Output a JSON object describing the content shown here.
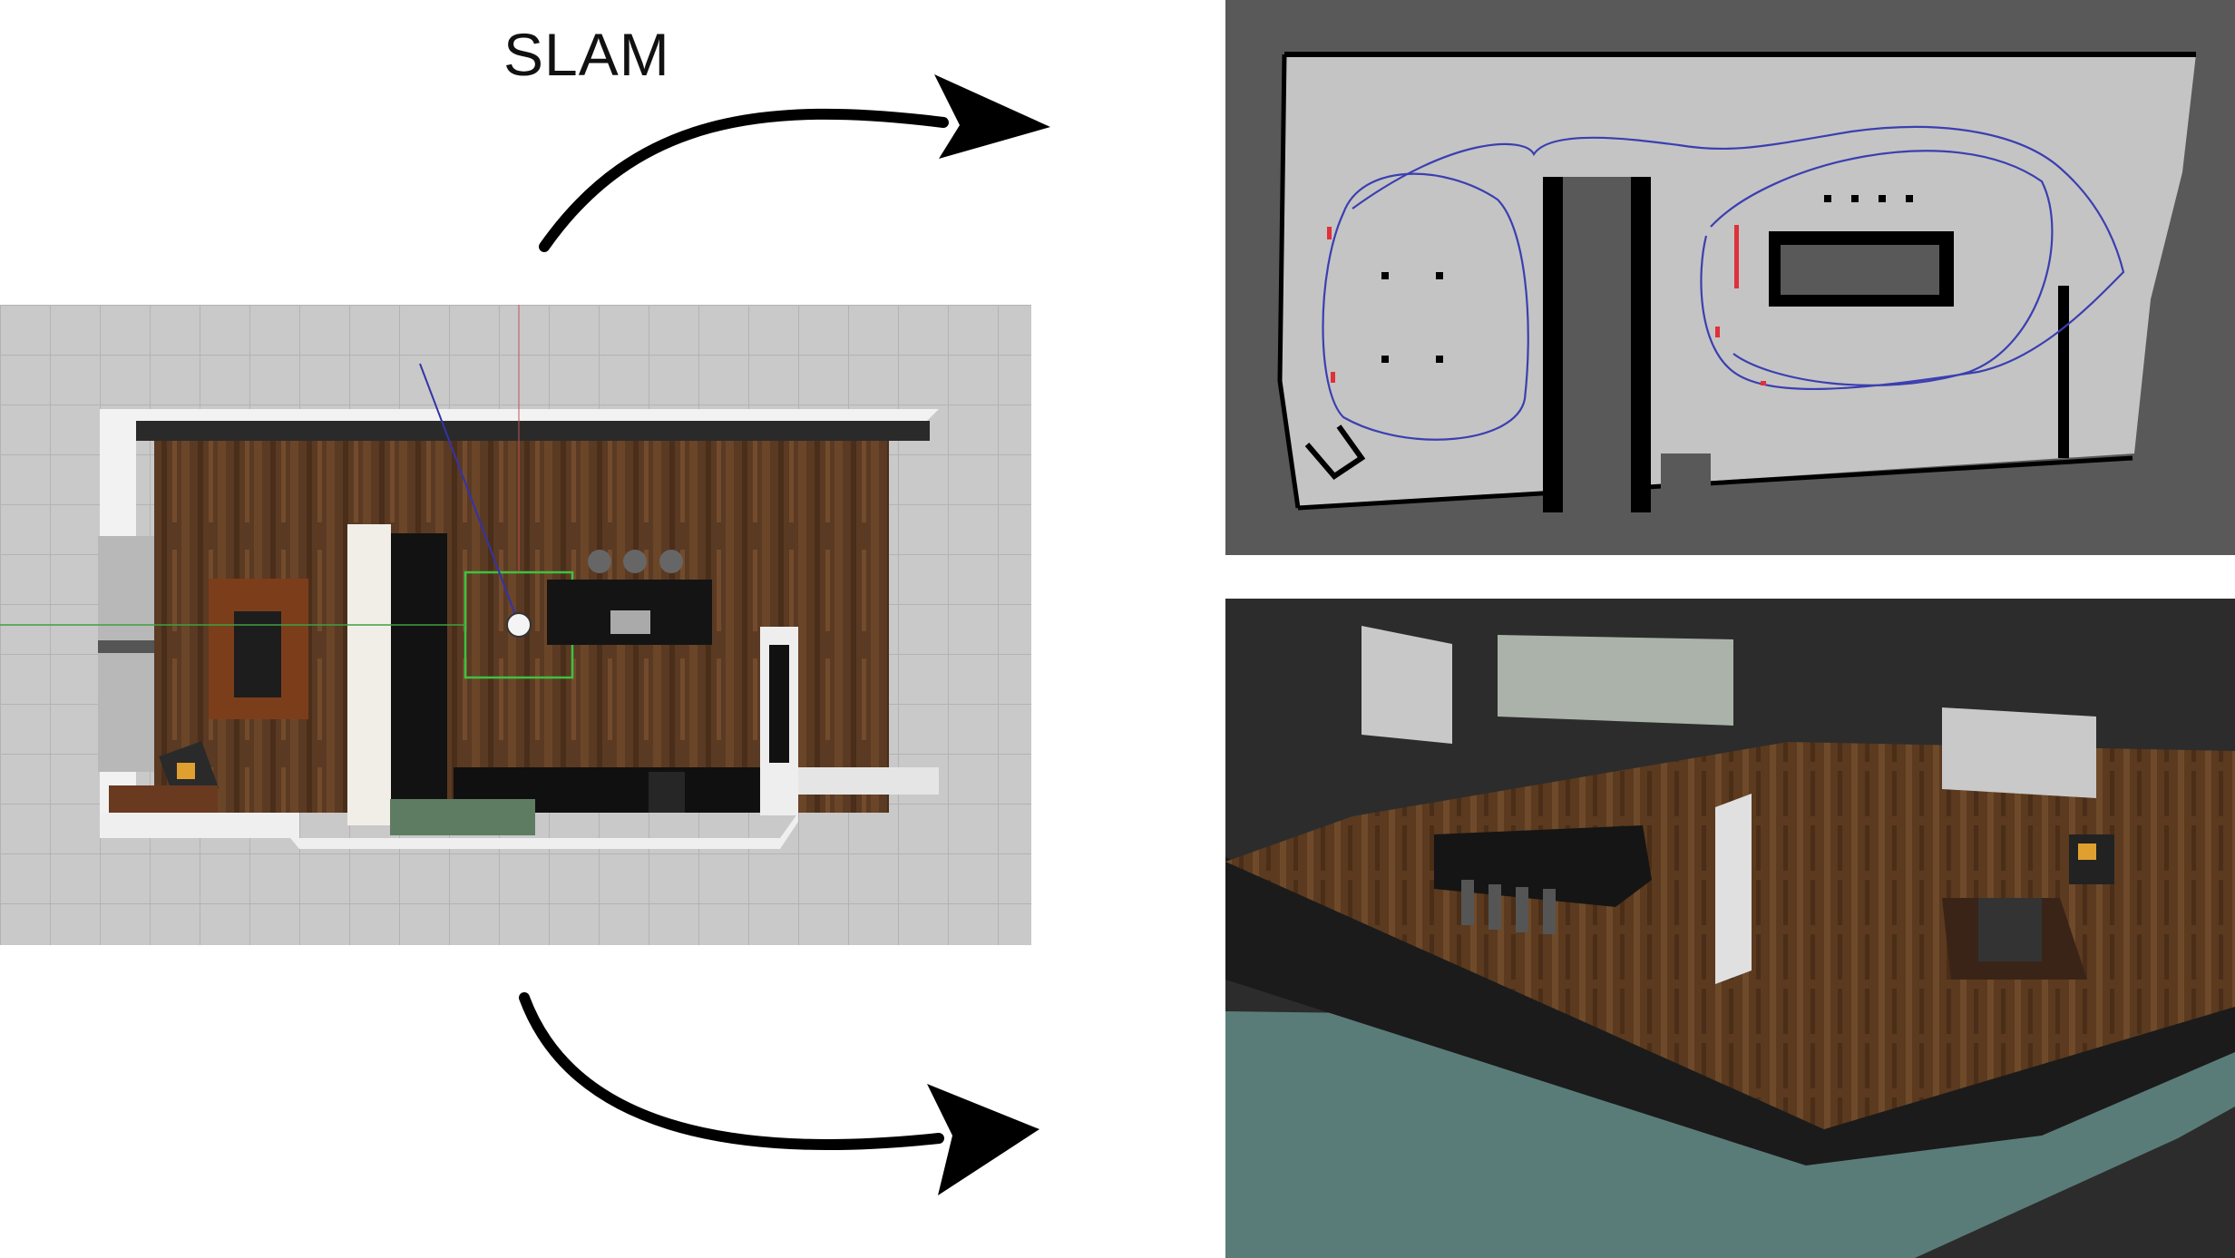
{
  "diagram": {
    "label": "SLAM",
    "panels": [
      {
        "id": "sim",
        "content": "gazebo-top-view-of-apartment"
      },
      {
        "id": "map2d",
        "content": "2d-occupancy-grid-map-with-robot-trajectory"
      },
      {
        "id": "map3d",
        "content": "3d-colored-point-cloud-reconstruction"
      }
    ],
    "edges": [
      {
        "from": "sim",
        "to": "map2d",
        "label": "SLAM"
      },
      {
        "from": "sim",
        "to": "map3d",
        "label": ""
      }
    ]
  },
  "colors": {
    "floor_wood": "#5a3a22",
    "sim_ground": "#c9c9c9",
    "grid_line": "#b3b3b3",
    "map_free": "#c4c4c4",
    "map_unknown": "#595959",
    "map_wall": "#000000",
    "trajectory": "#3b3fb0",
    "trajectory_marker": "#e0303a",
    "cloud_floor": "#5b3a1f",
    "cloud_bg": "#2c2c2c",
    "cloud_ground": "#5a7c78",
    "arrow": "#000000"
  }
}
